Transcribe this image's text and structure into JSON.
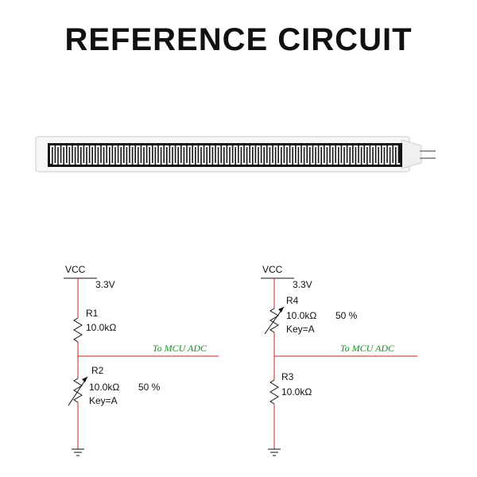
{
  "title": "REFERENCE CIRCUIT",
  "colors": {
    "wire_red": "#cc1f1f",
    "label_green": "#1f8a2a",
    "text": "#111111"
  },
  "circuit_left": {
    "supply_label": "VCC",
    "supply_voltage": "3.3V",
    "top_resistor": {
      "name": "R1",
      "value": "10.0kΩ"
    },
    "bottom_resistor": {
      "name": "R2",
      "value": "10.0kΩ",
      "percent": "50 %",
      "key": "Key=A"
    },
    "output_label": "To MCU ADC"
  },
  "circuit_right": {
    "supply_label": "VCC",
    "supply_voltage": "3.3V",
    "top_resistor": {
      "name": "R4",
      "value": "10.0kΩ",
      "percent": "50 %",
      "key": "Key=A"
    },
    "bottom_resistor": {
      "name": "R3",
      "value": "10.0kΩ"
    },
    "output_label": "To MCU ADC"
  }
}
